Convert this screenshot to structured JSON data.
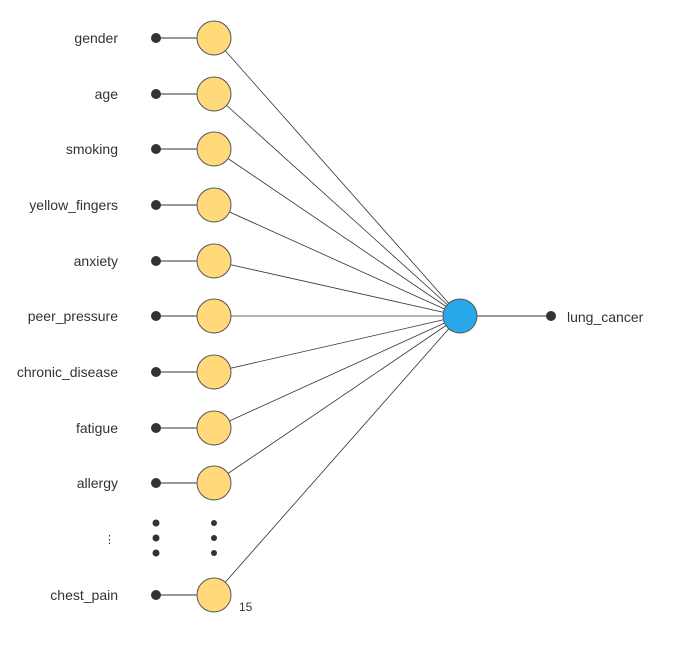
{
  "inputs": [
    {
      "label": "gender"
    },
    {
      "label": "age"
    },
    {
      "label": "smoking"
    },
    {
      "label": "yellow_fingers"
    },
    {
      "label": "anxiety"
    },
    {
      "label": "peer_pressure"
    },
    {
      "label": "chronic_disease"
    },
    {
      "label": "fatigue"
    },
    {
      "label": "allergy"
    },
    {
      "label": "chest_pain"
    }
  ],
  "ellipsis_label": "⋮",
  "input_count_label": "15",
  "output": {
    "label": "lung_cancer"
  },
  "colors": {
    "input_node_fill": "#FFD97A",
    "input_node_stroke": "#555555",
    "output_node_fill": "#29A8E8",
    "output_node_stroke": "#555555",
    "terminal_dot": "#333333",
    "edge": "#333333",
    "text": "#333333"
  }
}
